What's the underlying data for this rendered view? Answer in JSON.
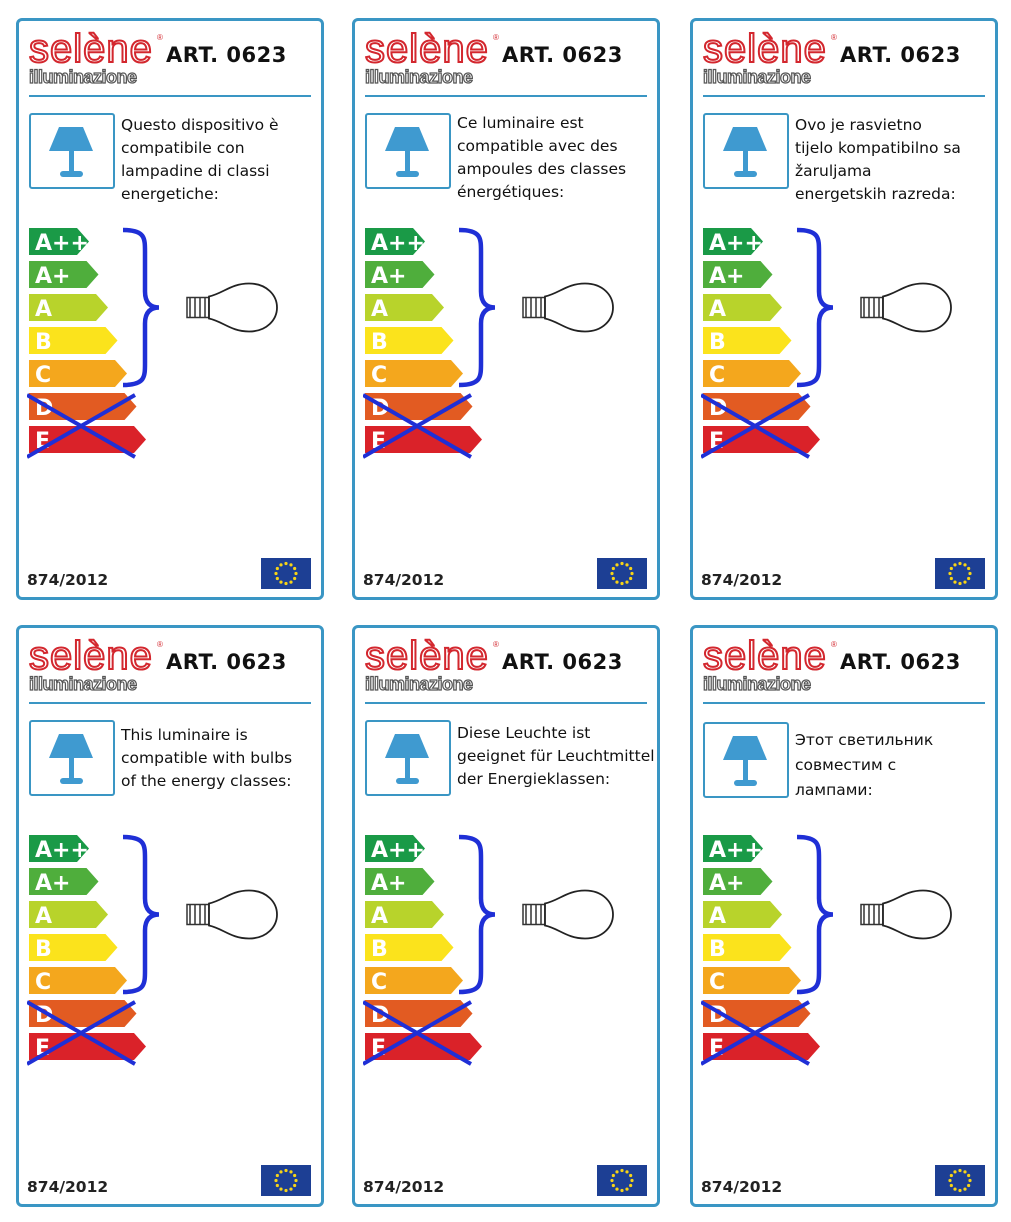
{
  "brand": {
    "name": "selène",
    "sub": "illuminazione",
    "registered": "®"
  },
  "article": "ART. 0623",
  "regulation": "874/2012",
  "energy_classes": [
    "A++",
    "A+",
    "A",
    "B",
    "C",
    "D",
    "E"
  ],
  "class_colors": [
    "#1a9a47",
    "#4fae3c",
    "#b8d32b",
    "#fbe31c",
    "#f4a71d",
    "#e25b22",
    "#da2229"
  ],
  "compatible_classes": [
    "A++",
    "A+",
    "A",
    "B",
    "C"
  ],
  "excluded_classes": [
    "D",
    "E"
  ],
  "icons": {
    "lamp": "table-lamp-icon",
    "bulb": "light-bulb-icon",
    "flag": "eu-flag-icon"
  },
  "accent_color": "#3a96c4",
  "brace_color": "#1f2fd6",
  "labels": [
    {
      "lang": "it",
      "lines": [
        "Questo dispositivo è",
        "compatibile con",
        "lampadine di classi",
        "energetiche:"
      ]
    },
    {
      "lang": "fr",
      "lines": [
        "Ce luminaire est",
        "compatible avec des",
        "ampoules des classes",
        "énergétiques:"
      ]
    },
    {
      "lang": "hr",
      "lines": [
        "Ovo je rasvietno",
        "tijelo kompatibilno sa",
        "žaruljama",
        "energetskih razreda:"
      ]
    },
    {
      "lang": "en",
      "lines": [
        "This luminaire is",
        "compatible with bulbs",
        "of the energy classes:"
      ]
    },
    {
      "lang": "de",
      "lines": [
        "Diese Leuchte ist",
        "geeignet für Leuchtmittel",
        "der Energieklassen:"
      ]
    },
    {
      "lang": "ru",
      "lines": [
        "Этот светильник",
        "совместим с",
        "лампами:"
      ]
    }
  ]
}
